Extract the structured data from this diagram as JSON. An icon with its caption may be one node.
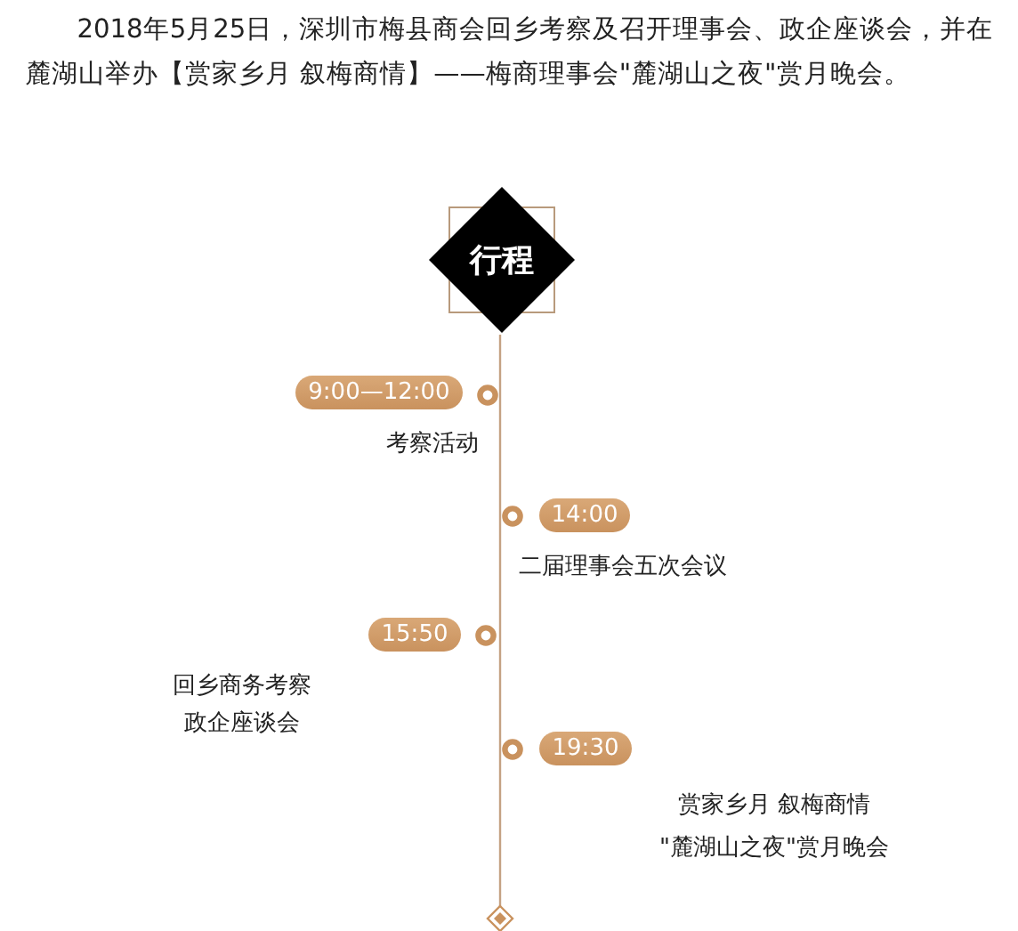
{
  "diagram": {
    "nodes": [
      {
        "text": [
          "行程"
        ]
      },
      {
        "text": [
          "9:00—12:00"
        ],
        "beside": [
          "考察活动"
        ]
      },
      {
        "text": [
          "14:00"
        ],
        "beside": [
          "二届理事会五次会议"
        ]
      },
      {
        "text": [
          "15:50"
        ],
        "beside": [
          "回乡商务考察",
          "政企座谈会"
        ]
      },
      {
        "text": [
          "19:30"
        ],
        "beside": [
          "赏家乡月 叙梅商情",
          "\"麓湖山之夜\"赏月晚会"
        ]
      }
    ],
    "labels": [
      "2018年5月25日，深圳市梅县商会回乡考察及召开理事会、政企座谈会，并在麓湖山举办【赏家乡月 叙梅商情】——梅商理事会\"麓湖山之夜\"赏月晚会。"
    ]
  }
}
